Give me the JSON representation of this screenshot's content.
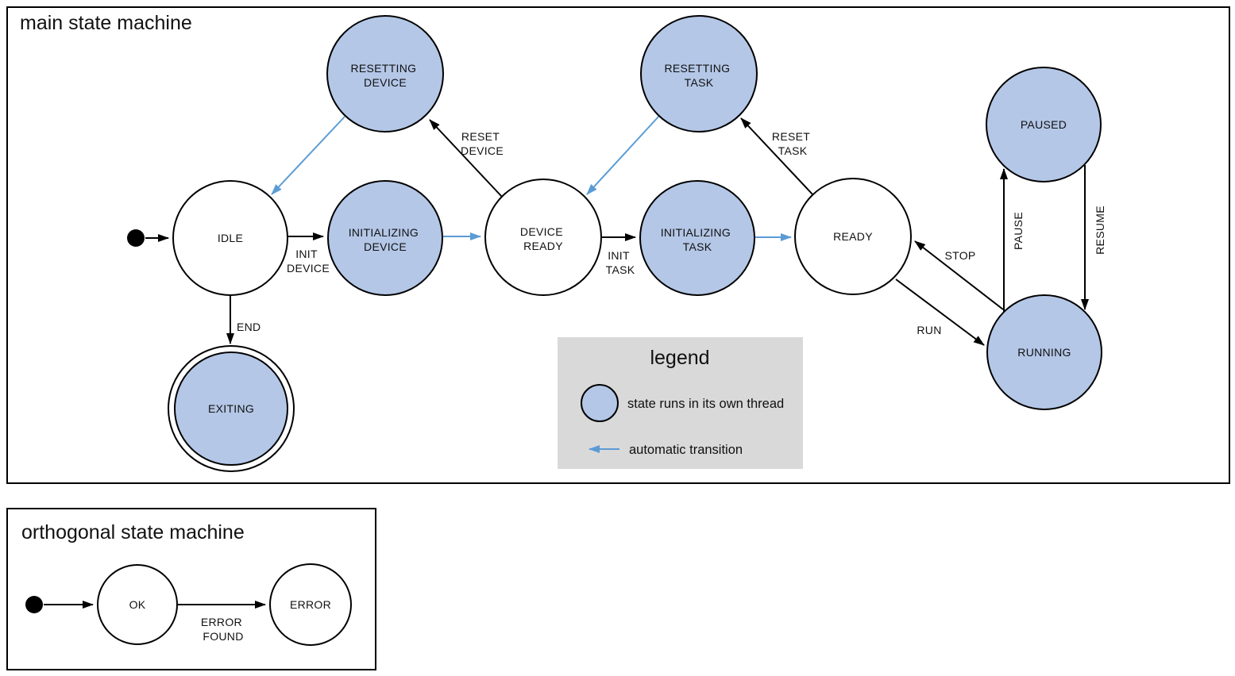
{
  "colors": {
    "thread_state_fill": "#b4c7e7",
    "auto_transition": "#5b9bd5",
    "legend_bg": "#d9d9d9",
    "stroke": "#000000"
  },
  "main": {
    "title": "main state machine",
    "states": {
      "idle": "IDLE",
      "resetting_device": {
        "l1": "RESETTING",
        "l2": "DEVICE"
      },
      "initializing_device": {
        "l1": "INITIALIZING",
        "l2": "DEVICE"
      },
      "device_ready": {
        "l1": "DEVICE",
        "l2": "READY"
      },
      "resetting_task": {
        "l1": "RESETTING",
        "l2": "TASK"
      },
      "initializing_task": {
        "l1": "INITIALIZING",
        "l2": "TASK"
      },
      "ready": "READY",
      "paused": "PAUSED",
      "running": "RUNNING",
      "exiting": "EXITING"
    },
    "transitions": {
      "init_device": {
        "l1": "INIT",
        "l2": "DEVICE"
      },
      "reset_device": {
        "l1": "RESET",
        "l2": "DEVICE"
      },
      "init_task": {
        "l1": "INIT",
        "l2": "TASK"
      },
      "reset_task": {
        "l1": "RESET",
        "l2": "TASK"
      },
      "end": "END",
      "stop": "STOP",
      "run": "RUN",
      "pause": "PAUSE",
      "resume": "RESUME"
    }
  },
  "legend": {
    "title": "legend",
    "thread_label": "state runs in its own thread",
    "auto_label": "automatic transition"
  },
  "orthogonal": {
    "title": "orthogonal state machine",
    "states": {
      "ok": "OK",
      "error": "ERROR"
    },
    "transitions": {
      "error_found": {
        "l1": "ERROR",
        "l2": "FOUND"
      }
    }
  }
}
